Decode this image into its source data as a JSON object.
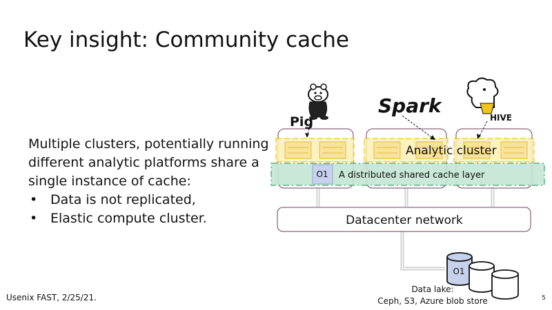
{
  "slide": {
    "title": "Key insight: Community cache",
    "body_lines": [
      "Multiple clusters, potentially running",
      "different analytic platforms share a",
      "single instance of cache:"
    ],
    "bullets": [
      "Data is not replicated,",
      "Elastic compute cluster."
    ],
    "footer": "Usenix FAST, 2/25/21.",
    "page_number": "5"
  },
  "diagram": {
    "logos": {
      "pig": "Pig",
      "spark": "Spark",
      "hive": "HIVE"
    },
    "analytic_cluster_label": "Analytic cluster",
    "cache_layer_label": "A distributed shared cache layer",
    "cache_object_label": "O1",
    "network_label": "Datacenter network",
    "lake_object_label": "O1",
    "data_lake_line1": "Data lake:",
    "data_lake_line2": "Ceph, S3, Azure blob store",
    "colors": {
      "cluster_border": "#6b3f5e",
      "analytic_fill": "#fbf0b4",
      "analytic_border": "#f2c51f",
      "cache_fill": "#c4e6d4",
      "cache_border": "#4ca878",
      "object_fill": "#c6d1ec"
    }
  }
}
